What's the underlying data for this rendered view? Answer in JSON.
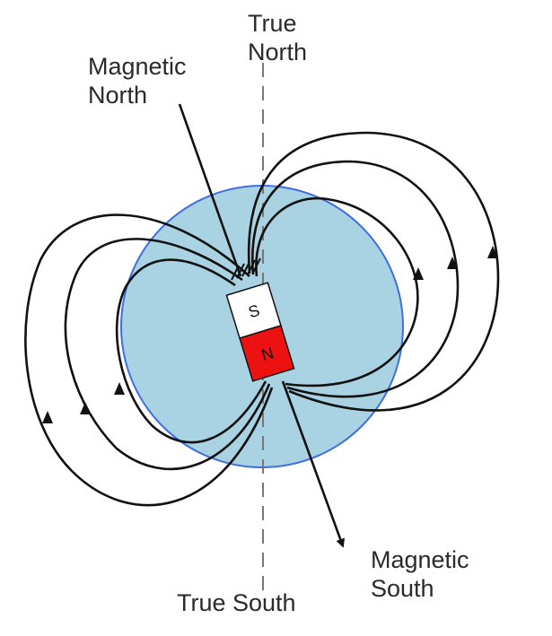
{
  "labels": {
    "true_north": [
      "True",
      "North"
    ],
    "true_south": "True South",
    "magnetic_north": [
      "Magnetic",
      "North"
    ],
    "magnetic_south": [
      "Magnetic",
      "South"
    ]
  },
  "magnet": {
    "top_pole": "S",
    "bottom_pole": "N"
  },
  "colors": {
    "earth_fill": "#a9d3e3",
    "earth_stroke": "#3d6fe0",
    "magnet_top": "#ffffff",
    "magnet_bottom": "#ee1111",
    "field_lines": "#111111",
    "axis": "#777777"
  }
}
